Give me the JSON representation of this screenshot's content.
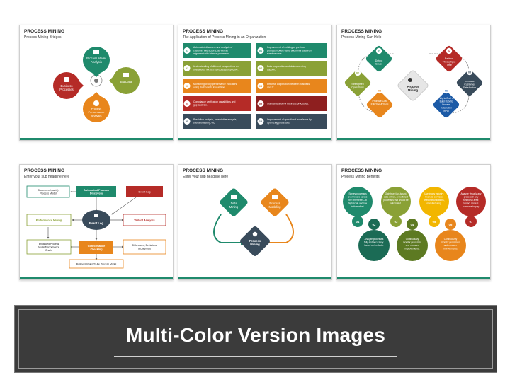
{
  "colors": {
    "green": "#1f8a6c",
    "red": "#b52b27",
    "olive": "#8aa136",
    "orange": "#e8861c",
    "navy": "#394b5b",
    "darkred": "#8e1f1f",
    "teal": "#1b8f74",
    "yellow": "#f2b600",
    "banner": "#3b3b3b"
  },
  "slide1": {
    "title": "PROCESS MINING",
    "subtitle": "Process Mining Bridges",
    "labels": {
      "top": "Process Model Analysis",
      "left": "Business Processes",
      "right": "Big Data",
      "bottom": "Process Performance Analysis"
    }
  },
  "slide2": {
    "title": "PROCESS MINING",
    "subtitle": "The Application of Process Mining in an Organization",
    "items": [
      {
        "num": "01",
        "text": "Automated discovery and analysis of customer interactions, as well as alignment with internal processes."
      },
      {
        "num": "02",
        "text": "Understanding of different perspectives on operations, not just a process perspective."
      },
      {
        "num": "03",
        "text": "Monitoring of key performance indicators using dashboards in real time."
      },
      {
        "num": "04",
        "text": "Compliance verification capabilities and gap analysis."
      },
      {
        "num": "05",
        "text": "Predictive analysis, prescriptive analysis, scenario testing, etc."
      },
      {
        "num": "06",
        "text": "Improvement of existing or previous process models using additional data from event records."
      },
      {
        "num": "07",
        "text": "Data preparation and data cleansing support."
      },
      {
        "num": "08",
        "text": "Effective cooperation between Business and IT."
      },
      {
        "num": "09",
        "text": "Standardization of business processes."
      },
      {
        "num": "10",
        "text": "Improvement of operational excellence by optimizing processes."
      }
    ]
  },
  "slide3": {
    "title": "PROCESS MINING",
    "subtitle": "Process Mining Can Help",
    "center": "Process Mining",
    "items": [
      {
        "num": "01",
        "text": "Detect Issues"
      },
      {
        "num": "02",
        "text": "Strengthen Operations"
      },
      {
        "num": "03",
        "text": "Prioritize Cost Effective Actions"
      },
      {
        "num": "04",
        "text": "Reduce Throughput Time"
      },
      {
        "num": "05",
        "text": "Increase Customer Satisfaction"
      },
      {
        "num": "06",
        "text": "Help to Craft or Build Robotic Process Automation (RPA)"
      }
    ]
  },
  "slide4": {
    "title": "PROCESS MINING",
    "subtitle": "Enter your sub headline here",
    "boxes": {
      "discovered": "Discovered (as-is) Process Model",
      "automated": "Automated Process Discovery",
      "eventlog_top": "Event Log",
      "performance": "Performance Mining",
      "center": "Event Log",
      "variant": "Variant Analysis",
      "enhanced": "Enhanced Process Model/Performance Charts",
      "conformance": "Conformance Checking",
      "differences": "Differences, Deviations & Diagnosis",
      "business": "Business Rules/To-Be Process Model"
    }
  },
  "slide5": {
    "title": "PROCESS MINING",
    "subtitle": "Enter your sub headline here",
    "labels": {
      "data": "Data Mining",
      "process": "Process Modeling",
      "center": "Process Mining"
    }
  },
  "slide6": {
    "title": "PROCESS MINING",
    "subtitle": "Process Mining Benefits",
    "items": [
      {
        "num": "01",
        "text": "Survey processes everywhere across the enterprise—at high scale and low bottom effort."
      },
      {
        "num": "02",
        "text": "Analyze processes fully and accurately, based on the facts."
      },
      {
        "num": "03",
        "text": "Gain true, fact-based, data-driven, & inefficient processes that should be automated."
      },
      {
        "num": "04",
        "text": "Continuously monitor processes and measure improvements."
      },
      {
        "num": "05",
        "text": "Use in any industry, financial services, telecommunications, manufacturing."
      },
      {
        "num": "06",
        "text": "Continuously monitor processes and measure improvements."
      },
      {
        "num": "07",
        "text": "Analyze virtually any process in any functional area: contact centers, purchase-to-pay."
      }
    ]
  },
  "banner": {
    "title": "Multi-Color Version Images"
  }
}
